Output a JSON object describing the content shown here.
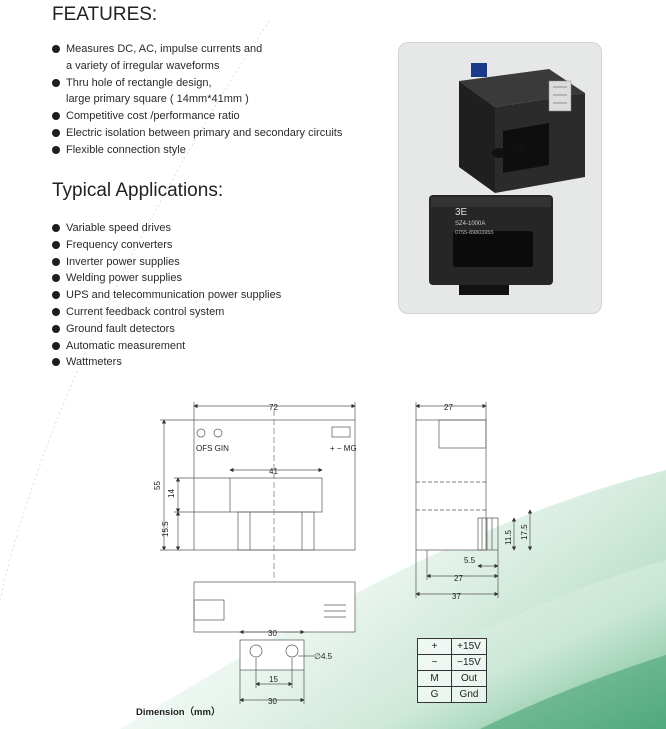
{
  "features": {
    "heading": "FEATURES:",
    "items": [
      {
        "line1": "Measures DC, AC,  impulse currents and",
        "line2": "a variety of irregular waveforms"
      },
      {
        "line1": "Thru hole of rectangle design,",
        "line2": "large primary square  ( 14mm*41mm )"
      },
      {
        "line1": "Competitive cost /performance ratio",
        "line2": ""
      },
      {
        "line1": "Electric isolation between primary and secondary circuits",
        "line2": ""
      },
      {
        "line1": "Flexible connection style",
        "line2": ""
      }
    ]
  },
  "applications": {
    "heading": "Typical Applications:",
    "items": [
      "Variable speed drives",
      "Frequency converters",
      "Inverter power supplies",
      "Welding power supplies",
      "UPS and telecommunication power supplies",
      "Current feedback control system",
      "Ground fault detectors",
      "Automatic measurement",
      "Wattmeters"
    ]
  },
  "photo": {
    "brand": "3E",
    "model": "SZ4-1000A",
    "phone": "0755-89803955"
  },
  "drawing": {
    "front": {
      "width": "72",
      "height": "55",
      "window_width": "41",
      "window_height": "14",
      "offset": "15.5",
      "label_left": "OFS GIN",
      "label_right": "+ − MG"
    },
    "side": {
      "width": "27",
      "d1": "5.5",
      "d2": "27",
      "d3": "37",
      "h1": "11.5",
      "h2": "17.5"
    },
    "bottom": {
      "top_width": "30",
      "hole": "∅4.5",
      "pitch": "15",
      "bottom_width": "30"
    },
    "caption": "Dimension（mm）"
  },
  "pins": [
    [
      "+",
      "+15V"
    ],
    [
      "−",
      "−15V"
    ],
    [
      "M",
      "Out"
    ],
    [
      "G",
      "Gnd"
    ]
  ]
}
